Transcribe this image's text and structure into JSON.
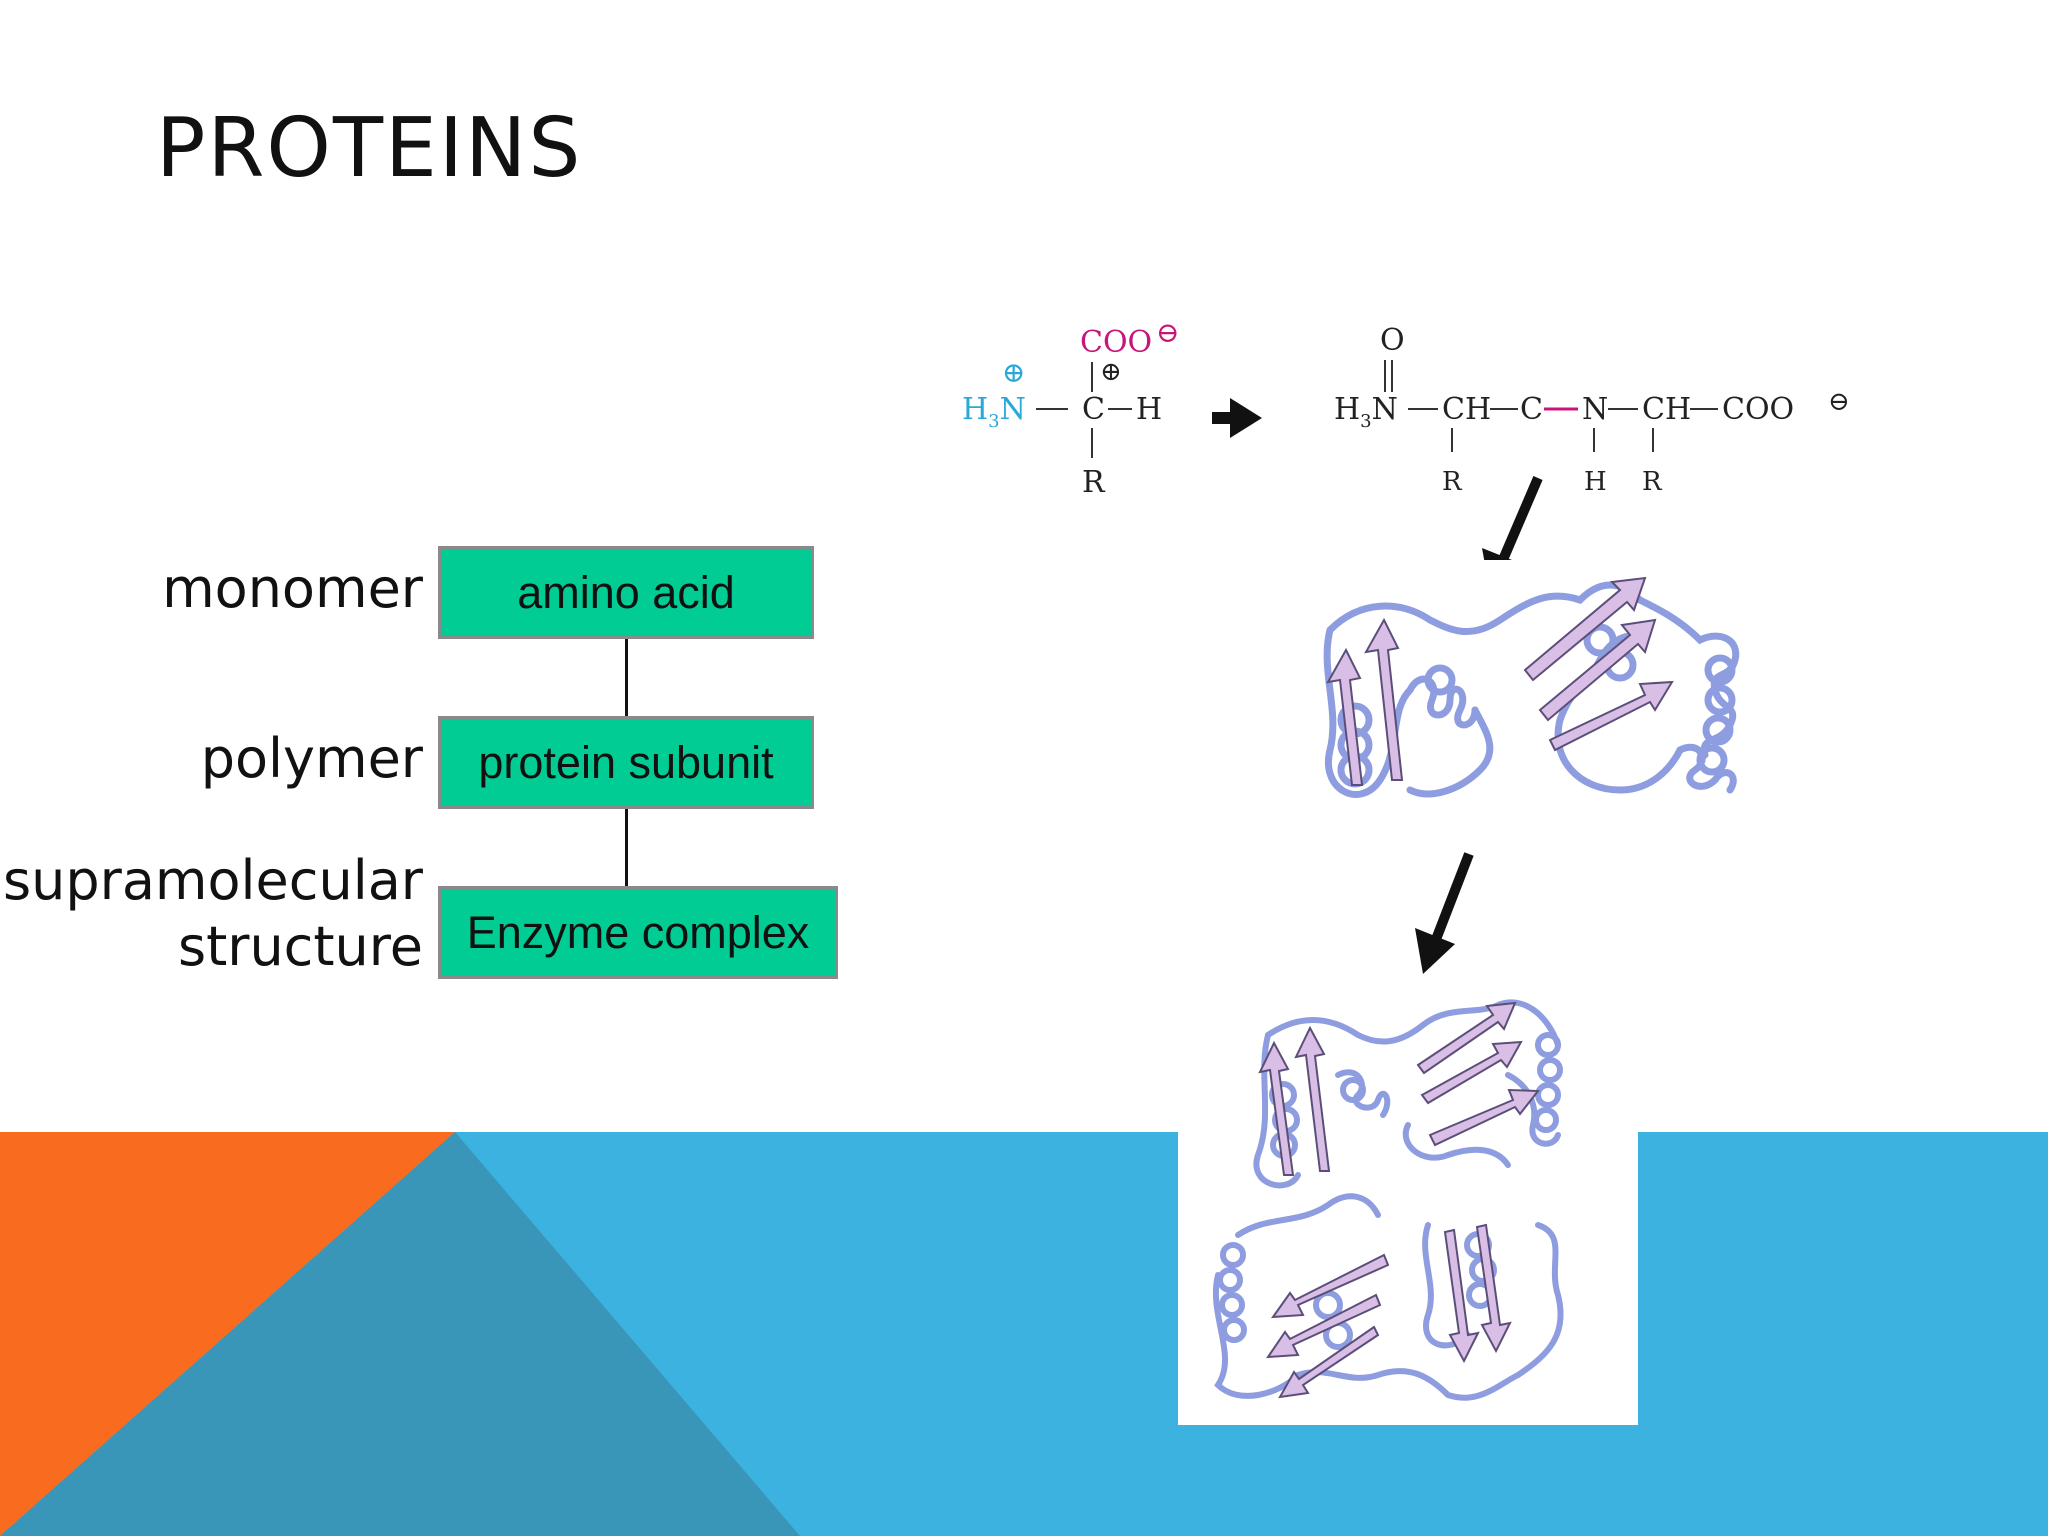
{
  "slide": {
    "title": "PROTEINS",
    "colors": {
      "orange": "#f96b1e",
      "blue": "#3cb2e0",
      "teal": "#3a96b8",
      "box_green": "#00cc93"
    }
  },
  "hierarchy": {
    "levels": [
      {
        "label": "monomer",
        "box": "amino acid"
      },
      {
        "label": "polymer",
        "box": "protein subunit"
      },
      {
        "label_line1": "supramolecular",
        "label_line2": "structure",
        "box": "Enzyme complex"
      }
    ]
  },
  "chemistry": {
    "left": {
      "coo": "COO",
      "charge": "⊖",
      "plus": "⊕",
      "h3": "H",
      "sub3": "3",
      "n": "N",
      "c": "C",
      "h": "H",
      "r": "R"
    },
    "right": {
      "h": "H",
      "sub3": "3",
      "n": "N",
      "ch": "CH",
      "c": "C",
      "o": "O",
      "n2": "N",
      "ch2": "CH",
      "coo": "COO",
      "r1": "R",
      "h2": "H",
      "r2": "R",
      "plus": "⊕",
      "charge": "⊖"
    }
  },
  "structures": {
    "subunit": "protein-ribbon-icon",
    "complex": "enzyme-complex-ribbon-icon"
  }
}
